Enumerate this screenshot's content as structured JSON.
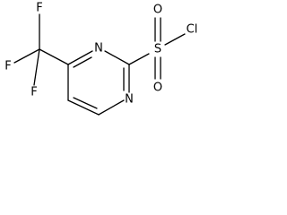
{
  "molecule": {
    "atoms": {
      "f_top": "F",
      "f_left": "F",
      "f_bottom": "F",
      "n_top": "N",
      "n_bottom": "N",
      "s": "S",
      "o_top": "O",
      "o_bottom": "O",
      "cl": "Cl"
    }
  }
}
